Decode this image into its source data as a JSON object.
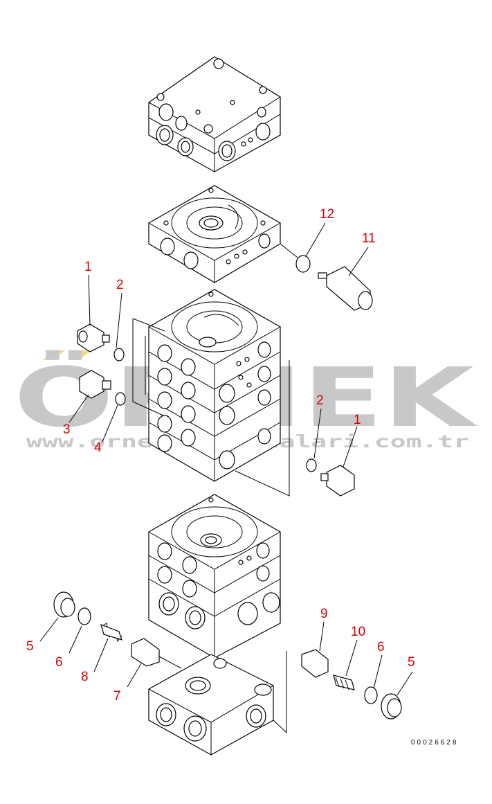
{
  "watermark": {
    "brand": "ÖRNEK",
    "url": "www.ornekismakinalari.com.tr",
    "color": "#c8c8c8",
    "accent": "#f0d88a"
  },
  "drawing_code": "00026628",
  "callouts": [
    {
      "id": "c1a",
      "text": "1"
    },
    {
      "id": "c2a",
      "text": "2"
    },
    {
      "id": "c3",
      "text": "3"
    },
    {
      "id": "c4",
      "text": "4"
    },
    {
      "id": "c2b",
      "text": "2"
    },
    {
      "id": "c1b",
      "text": "1"
    },
    {
      "id": "c12",
      "text": "12"
    },
    {
      "id": "c11",
      "text": "11"
    },
    {
      "id": "c5a",
      "text": "5"
    },
    {
      "id": "c6a",
      "text": "6"
    },
    {
      "id": "c8",
      "text": "8"
    },
    {
      "id": "c7",
      "text": "7"
    },
    {
      "id": "c9",
      "text": "9"
    },
    {
      "id": "c10",
      "text": "10"
    },
    {
      "id": "c6b",
      "text": "6"
    },
    {
      "id": "c5b",
      "text": "5"
    }
  ],
  "callout_color": "#d40000",
  "icons": [
    "valve-block",
    "plug",
    "o-ring",
    "spring",
    "spool",
    "sensor"
  ]
}
